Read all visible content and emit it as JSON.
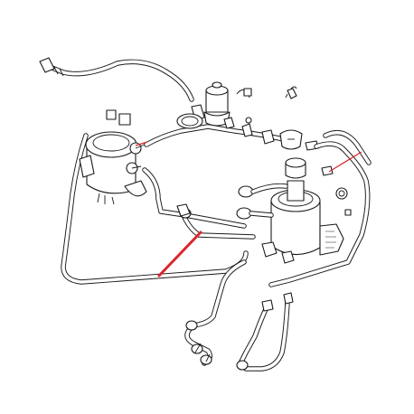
{
  "figure": {
    "description_labels": [],
    "highlight_color": "#d9262b",
    "line_color": "#1a1a1a",
    "background": "#ffffff"
  },
  "components": [
    {
      "id": "left-boiler",
      "icon": "boiler-left-icon"
    },
    {
      "id": "right-boiler",
      "icon": "boiler-right-icon"
    },
    {
      "id": "solenoid-valve",
      "icon": "solenoid-valve-icon"
    },
    {
      "id": "gicleur-fittings",
      "icon": "fitting-icon"
    },
    {
      "id": "connector-small",
      "icon": "connector-icon"
    }
  ],
  "highlighted_part": {
    "icon": "red-marker-line",
    "color": "#d9262b"
  }
}
